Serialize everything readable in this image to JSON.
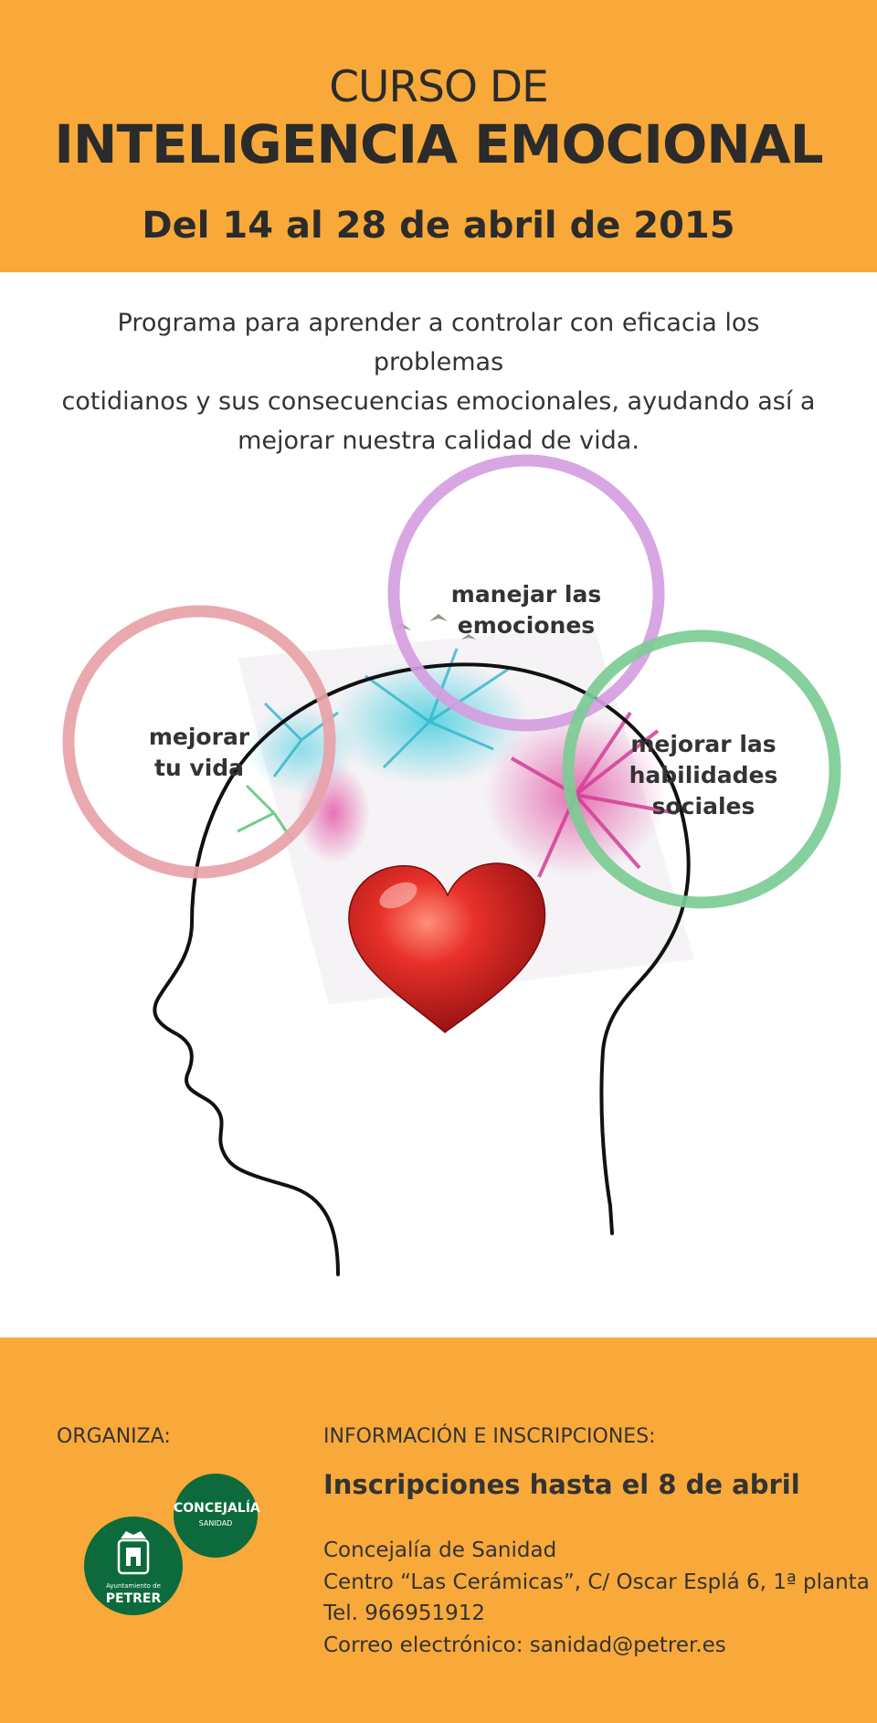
{
  "header": {
    "title_line1": "CURSO DE",
    "title_line2": "INTELIGENCIA EMOCIONAL",
    "dates": "Del 14 al 28 de abril de 2015"
  },
  "intro": {
    "line1": "Programa para aprender a controlar con eficacia los problemas",
    "line2": "cotidianos y sus consecuencias emocionales, ayudando así a",
    "line3": "mejorar nuestra calidad de vida."
  },
  "circles": {
    "left": {
      "line1": "mejorar",
      "line2": "tu vida",
      "color": "#e8a2a8"
    },
    "top": {
      "line1": "manejar las",
      "line2": "emociones",
      "color": "#d59ee0"
    },
    "right": {
      "line1": "mejorar las",
      "line2": "habilidades sociales",
      "color": "#7ccc95"
    }
  },
  "footer": {
    "organiza_label": "ORGANIZA:",
    "info_label": "INFORMACIÓN E INSCRIPCIONES:",
    "deadline": "Inscripciones hasta el 8 de abril",
    "contact": [
      "Concejalía de Sanidad",
      "Centro “Las Cerámicas”, C/ Oscar Esplá 6, 1ª planta",
      "Tel. 966951912",
      "Correo electrónico: sanidad@petrer.es"
    ],
    "logo_concejalia": {
      "line1": "CONCEJALÍA",
      "line2": "SANIDAD"
    },
    "logo_petrer": {
      "line1": "Ayuntamiento de",
      "line2": "PETRER"
    }
  },
  "colors": {
    "orange": "#f8a93a",
    "logo_green": "#0d6a3c",
    "heart_red": "#c8231f"
  }
}
